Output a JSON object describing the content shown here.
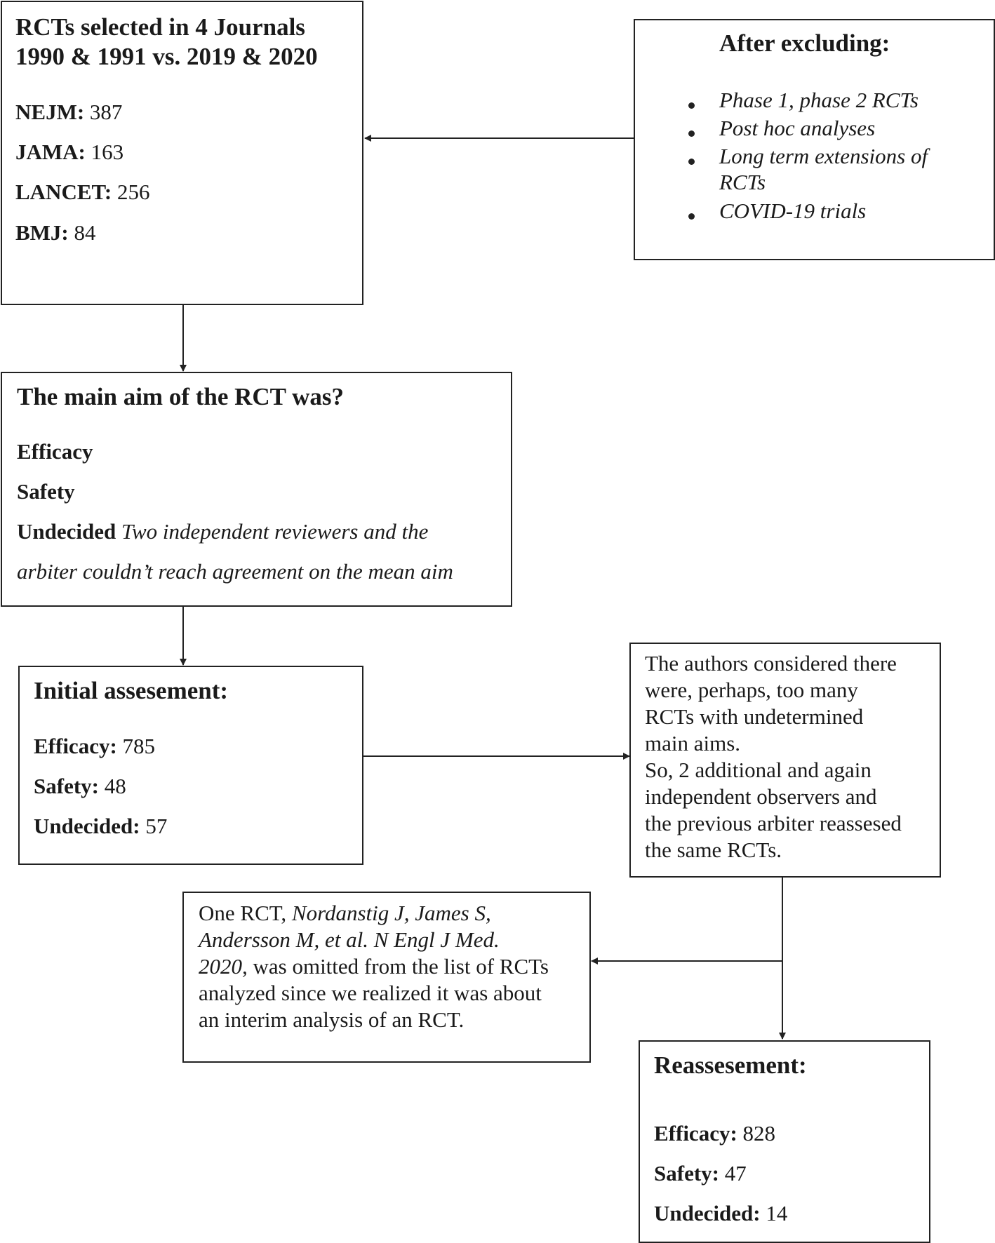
{
  "box_selected": {
    "title_line1": "RCTs selected in 4 Journals",
    "title_line2": "1990 & 1991 vs. 2019 & 2020",
    "rows": [
      {
        "label": "NEJM:",
        "value": " 387"
      },
      {
        "label": "JAMA:",
        "value": " 163"
      },
      {
        "label": "LANCET:",
        "value": " 256"
      },
      {
        "label": "BMJ:",
        "value": " 84"
      }
    ]
  },
  "box_excluding": {
    "title": "After excluding:",
    "items": [
      "Phase 1, phase 2 RCTs",
      "Post hoc analyses",
      "Long term extensions of",
      "RCTs",
      "COVID-19 trials"
    ]
  },
  "box_aim": {
    "title": "The main aim of the RCT was?",
    "opt1": "Efficacy",
    "opt2": "Safety",
    "opt3": "Undecided",
    "opt3_note_line1": " Two independent reviewers and the",
    "opt3_note_line2": "arbiter couldn’t reach agreement on the mean aim"
  },
  "box_initial": {
    "title": "Initial assesement:",
    "rows": [
      {
        "label": "Efficacy:",
        "value": " 785"
      },
      {
        "label": "Safety:",
        "value": " 48"
      },
      {
        "label": "Undecided:",
        "value": " 57"
      }
    ]
  },
  "box_authors": {
    "lines": [
      "The authors considered there",
      "were, perhaps, too many",
      "RCTs with undetermined",
      "main aims.",
      "So, 2 additional and  again",
      "independent  observers and",
      "the previous arbiter reassesed",
      "the same RCTs."
    ]
  },
  "box_omitted": {
    "line1_plain": "One RCT, ",
    "line1_italic": "Nordanstig J, James S,",
    "line2_italic": "Andersson M, et al. N Engl J Med.",
    "line3_italic": "2020,",
    "line3_plain": " was omitted from the list of RCTs",
    "line4": "analyzed since we realized it was about",
    "line5": "an interim analysis of an RCT."
  },
  "box_reassess": {
    "title": "Reassesement:",
    "rows": [
      {
        "label": "Efficacy:",
        "value": " 828"
      },
      {
        "label": "Safety:",
        "value": " 47"
      },
      {
        "label": "Undecided:",
        "value": " 14"
      }
    ]
  }
}
